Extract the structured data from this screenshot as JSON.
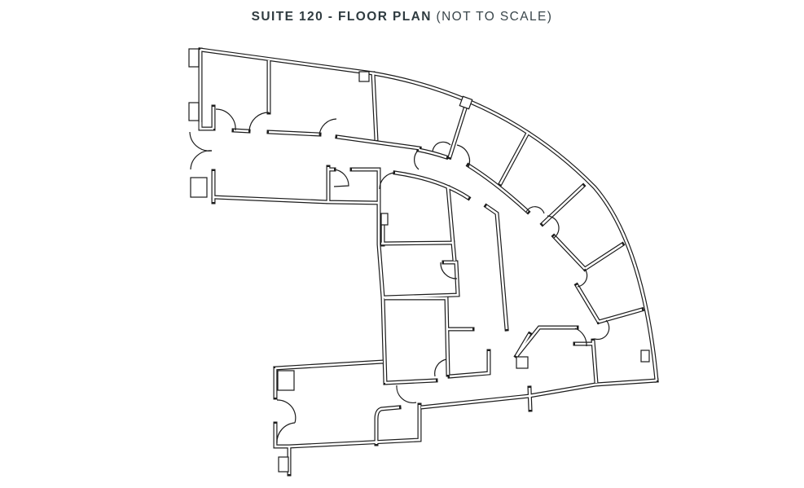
{
  "title": {
    "main": "SUITE 120 - FLOOR PLAN",
    "note": "(NOT TO SCALE)"
  },
  "plan": {
    "subject": "Suite 120 office floor plan",
    "style": "black double-line walls on white background",
    "wall_color": "#1c1c1c",
    "background_color": "#ffffff",
    "title_color": "#2f3b40"
  }
}
